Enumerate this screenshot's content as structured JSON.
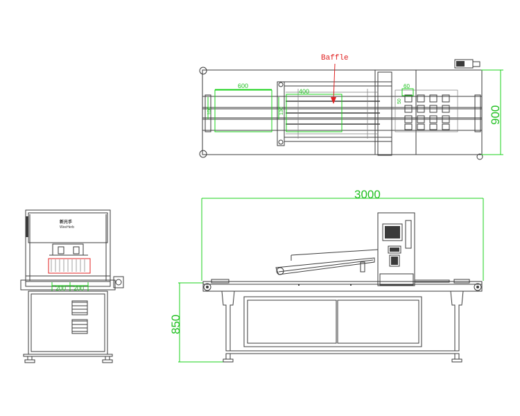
{
  "labels": {
    "baffle": "Baffle",
    "brand_cn": "新光手",
    "brand_en": "WeeHerb"
  },
  "dimensions": {
    "top_length_600": "600",
    "top_length_400": "400",
    "top_small_60": "60",
    "top_small_50": "50",
    "top_vert_100": "100",
    "top_vert_130": "130",
    "top_width_900": "900",
    "side_length_3000": "3000",
    "side_height_850": "850",
    "end_gap_a": "200",
    "end_gap_b": "200"
  },
  "colors": {
    "line": "#3a3a3a",
    "dimension": "#19d119",
    "annotation": "#e02020"
  }
}
